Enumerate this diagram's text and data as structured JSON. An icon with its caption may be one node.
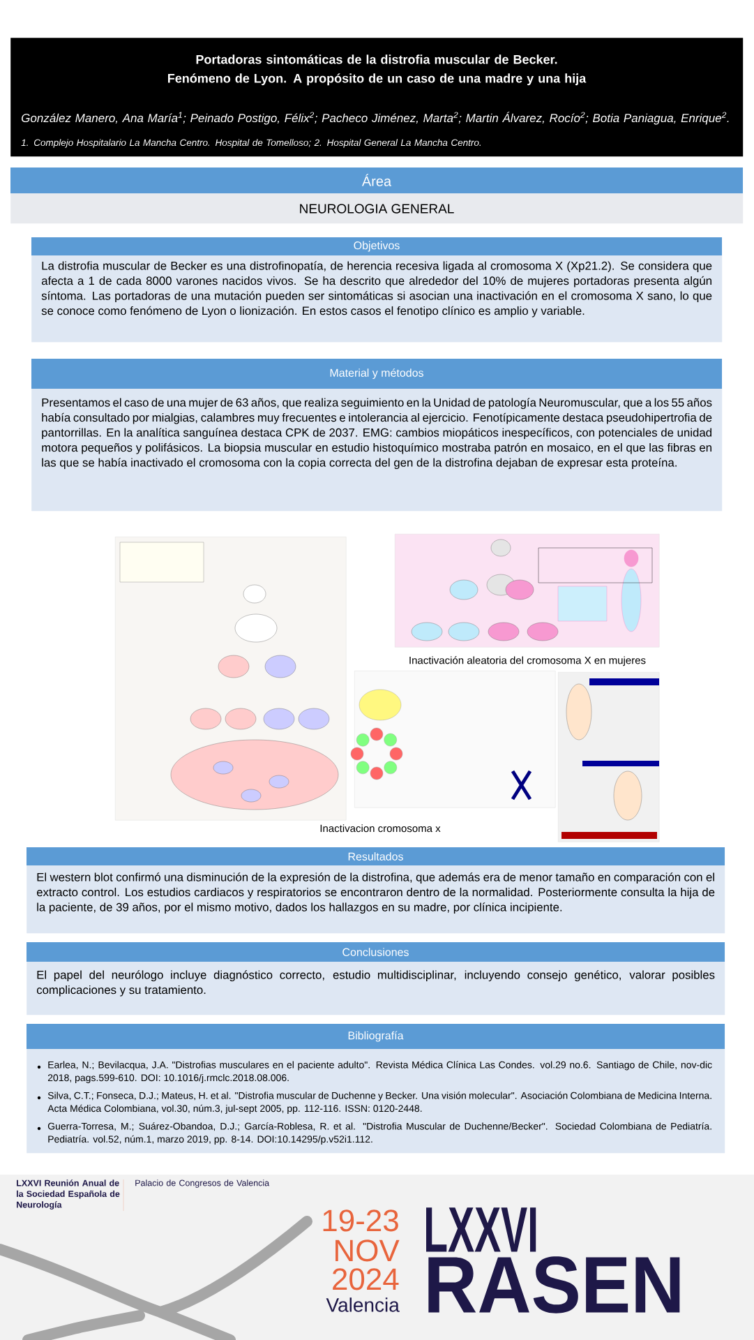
{
  "diagram": {
    "nodes": [
      {
        "text": [
          "Portadoras sintomáticas de la distrofia muscular de Becker. Fenómeno de Lyon. A propósito de un caso de una madre y una hija",
          "González Manero, Ana María$^{1}$; Peinado Postigo, Félix$^{2}$; Pacheco Jiménez, Marta$^{2}$; Martin Álvarez, Rocío$^{2}$; Botia Paniagua, Enrique$^{2}$.",
          "1. Complejo Hospitalario La Mancha Centro. Hospital de Tomelloso; 2. Hospital General La Mancha Centro."
        ]
      },
      {
        "text": [
          "Área",
          "NEUROLOGIA GENERAL"
        ]
      },
      {
        "text": [
          "Objetivos",
          "La distrofia muscular de Becker es una distrofinopatía, de herencia recesiva ligada al cromosoma X (Xp21.2). Se considera que afecta a 1 de cada 8000 varones nacidos vivos. Se ha descrito que alrededor del 10% de mujeres portadoras presenta algún síntoma. Las portadoras de una mutación pueden ser sintomáticas si asocian una inactivación en el cromosoma X sano, lo que se conoce como fenómeno de Lyon o lionización. En estos casos el fenotipo clínico es amplio y variable."
        ]
      },
      {
        "text": [
          "Material y métodos",
          "Presentamos el caso de una mujer de 63 años, que realiza seguimiento en la Unidad de patología Neuromuscular, que a los 55 años había consultado por mialgias, calambres muy frecuentes e intolerancia al ejercicio. Fenotípicamente destaca pseudohipertrofia de pantorrillas. En la analítica sanguínea destaca CPK de 2037. EMG: cambios miopáticos inespecíficos, con potenciales de unidad motora pequeños y polifásicos. La biopsia muscular en estudio histoquímico mostraba patrón en mosaico, en el que las fibras en las que se había inactivado el cromosoma con la copia correcta del gen de la distrofina dejaban de expresar esta proteína."
        ]
      },
      {
        "text": [],
        "shape": "picture"
      },
      {
        "text": [],
        "shape": "picture"
      },
      {
        "text": [],
        "shape": "picture"
      },
      {
        "text": [],
        "shape": "picture"
      },
      {
        "text": [
          "Resultados",
          "El western blot confirmó una disminución de la expresión de la distrofina, que además era de menor tamaño en comparación con el extracto control. Los estudios cardiacos y respiratorios se encontraron dentro de la normalidad. Posteriormente consulta la hija de la paciente, de 39 años, por el mismo motivo, dados los hallazgos en su madre, por clínica incipiente."
        ]
      },
      {
        "text": [
          "Conclusiones",
          "El papel del neurólogo incluye diagnóstico correcto, estudio multidisciplinar, incluyendo consejo genético, valorar posibles complicaciones y su tratamiento."
        ]
      },
      {
        "text": [
          "Bibliografía",
          "Earlea, N.; Bevilacqua, J.A. \"Distrofias musculares en el paciente adulto\". Revista Médica Clínica Las Condes. vol.29 no.6. Santiago de Chile, nov-dic 2018, pags.599-610. DOI: 10.1016/j.rmclc.2018.08.006.",
          "Silva, C.T.; Fonseca, D.J.; Mateus, H. et al. \"Distrofia muscular de Duchenne y Becker. Una visión molecular\". Asociación Colombiana de Medicina Interna. Acta Médica Colombiana, vol.30, núm.3, jul-sept 2005, pp. 112-116. ISSN: 0120-2448.",
          "Guerra-Torresa, M.; Suárez-Obandoa, D.J.; García-Roblesa, R. et al. \"Distrofia Muscular de Duchenne/Becker\". Sociedad Colombiana de Pediatría. Pediatría. vol.52, núm.1, marzo 2019, pp. 8-14. DOI:10.14295/p.v52i1.112."
        ]
      }
    ],
    "labels": [
      "Inactivación aleatoria del cromosoma X en mujeres",
      "Inactivacion cromosoma x",
      "LXXVI Reunión Anual de la Sociedad Española de Neurología",
      "Palacio de Congresos de Valencia",
      "19-23",
      "NOV",
      "2024",
      "Valencia",
      "LXXVI",
      "RASEN"
    ]
  }
}
